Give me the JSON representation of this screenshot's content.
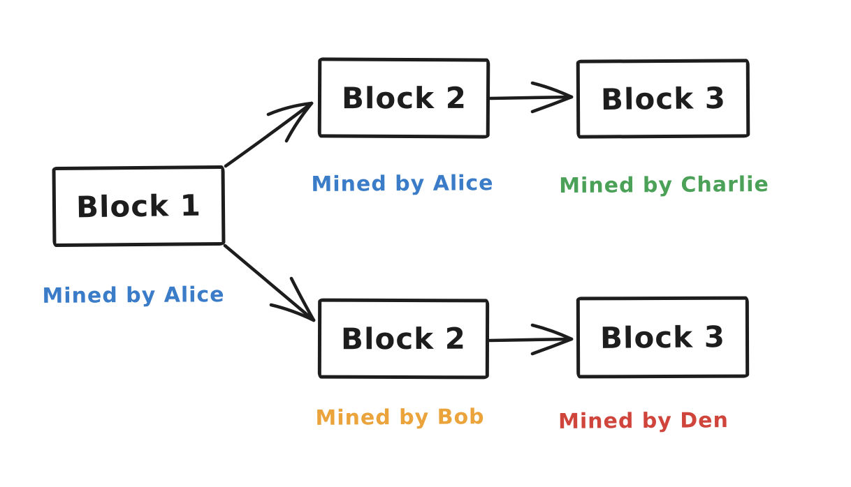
{
  "diagram": {
    "description": "Blockchain fork diagram: Block 1 splits into two competing chains of Block 2 and Block 3",
    "background_color": "#ffffff",
    "ink_color": "#1d1d1d",
    "nodes": [
      {
        "id": "block-1",
        "label": "Block 1"
      },
      {
        "id": "block-2-top",
        "label": "Block 2"
      },
      {
        "id": "block-3-top",
        "label": "Block 3"
      },
      {
        "id": "block-2-bottom",
        "label": "Block 2"
      },
      {
        "id": "block-3-bottom",
        "label": "Block 3"
      }
    ],
    "annotations": [
      {
        "for": "block-1",
        "text": "Mined by Alice",
        "color": "#3b7cc9"
      },
      {
        "for": "block-2-top",
        "text": "Mined by Alice",
        "color": "#3b7cc9"
      },
      {
        "for": "block-3-top",
        "text": "Mined by Charlie",
        "color": "#4ba158"
      },
      {
        "for": "block-2-bottom",
        "text": "Mined by Bob",
        "color": "#eba33c"
      },
      {
        "for": "block-3-bottom",
        "text": "Mined by Den",
        "color": "#cf453c"
      }
    ],
    "edges": [
      {
        "from": "block-1",
        "to": "block-2-top"
      },
      {
        "from": "block-1",
        "to": "block-2-bottom"
      },
      {
        "from": "block-2-top",
        "to": "block-3-top"
      },
      {
        "from": "block-2-bottom",
        "to": "block-3-bottom"
      }
    ]
  }
}
